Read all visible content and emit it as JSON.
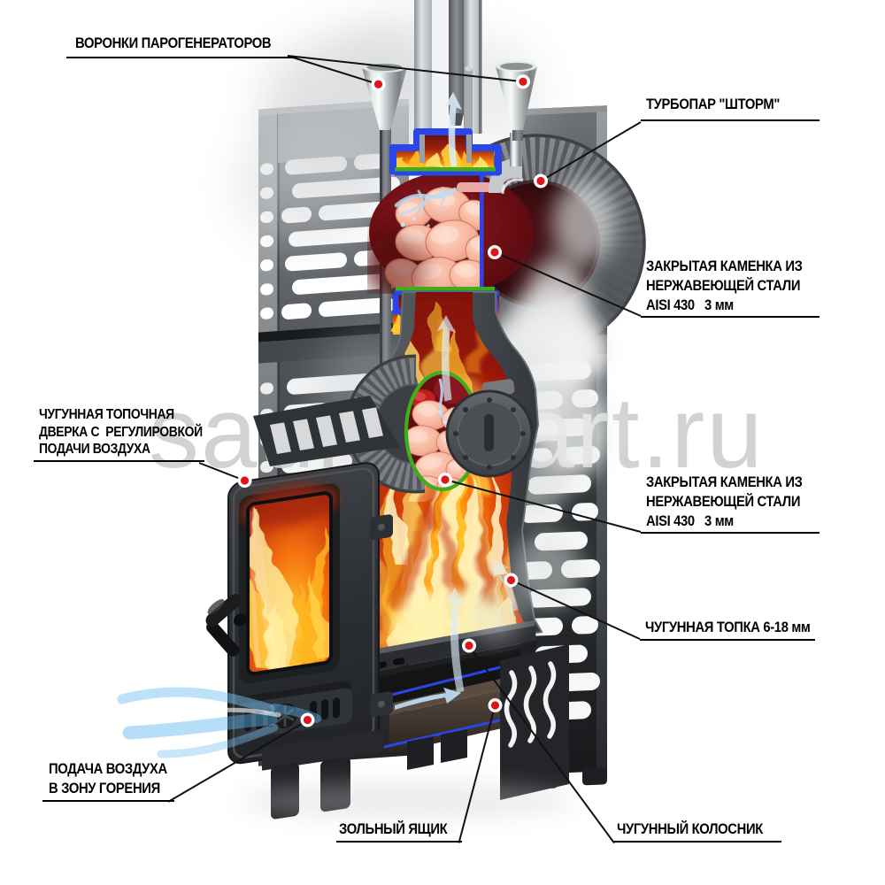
{
  "watermark": "saunamart.ru",
  "colors": {
    "marker_red": "#dd1418",
    "outline_blue": "#2a46e8",
    "gasket_green": "#3fae1c",
    "label_text": "#000000"
  },
  "labels": {
    "funnels": {
      "lines": [
        "ВОРОНКИ ПАРОГЕНЕРАТОРОВ"
      ]
    },
    "turbo": {
      "lines": [
        "ТУРБОПАР \"ШТОРМ\""
      ]
    },
    "kamenka_top": {
      "lines": [
        "ЗАКРЫТАЯ КАМЕНКА ИЗ",
        "НЕРЖАВЕЮЩЕЙ СТАЛИ",
        "AISI 430   3 мм"
      ]
    },
    "door": {
      "lines": [
        "ЧУГУННАЯ ТОПОЧНАЯ",
        "ДВЕРКА С  РЕГУЛИРОВКОЙ",
        "ПОДАЧИ ВОЗДУХА"
      ]
    },
    "kamenka_mid": {
      "lines": [
        "ЗАКРЫТАЯ КАМЕНКА ИЗ",
        "НЕРЖАВЕЮЩЕЙ СТАЛИ",
        "AISI 430   3 мм"
      ]
    },
    "firebox": {
      "lines": [
        "ЧУГУННАЯ ТОПКА 6-18 мм"
      ]
    },
    "air_supply": {
      "lines": [
        "ПОДАЧА ВОЗДУХА",
        "В ЗОНУ ГОРЕНИЯ"
      ]
    },
    "ash_box": {
      "lines": [
        "ЗОЛЬНЫЙ ЯЩИК"
      ]
    },
    "grate": {
      "lines": [
        "ЧУГУННЫЙ КОЛОСНИК"
      ]
    }
  }
}
